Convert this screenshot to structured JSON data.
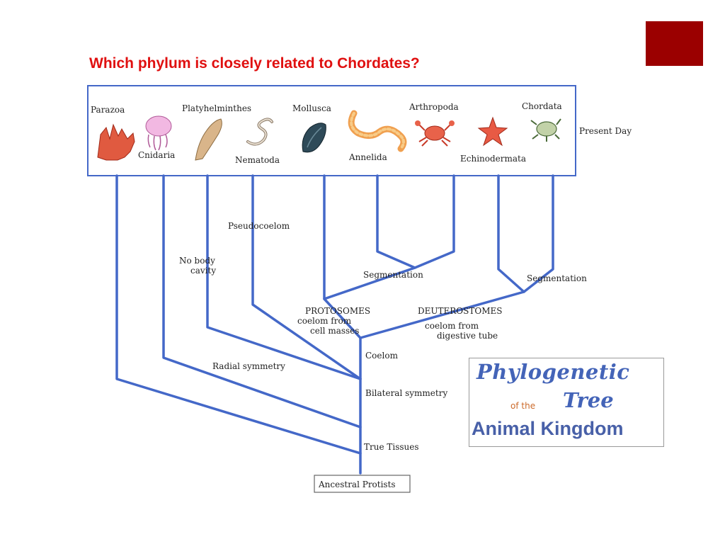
{
  "slide": {
    "title": "Which phylum is closely related to Chordates?",
    "accent_color": "#9b0000",
    "title_color": "#e01010"
  },
  "tree": {
    "branch_color": "#4468c8",
    "present_day_label": "Present Day",
    "phyla": {
      "parazoa": "Parazoa",
      "cnidaria": "Cnidaria",
      "platyhelminthes": "Platyhelminthes",
      "nematoda": "Nematoda",
      "mollusca": "Mollusca",
      "annelida": "Annelida",
      "arthropoda": "Arthropoda",
      "echinodermata": "Echinodermata",
      "chordata": "Chordata"
    },
    "labels": {
      "pseudocoelom": "Pseudocoelom",
      "no_body_cavity_1": "No body",
      "no_body_cavity_2": "cavity",
      "segmentation_proto": "Segmentation",
      "segmentation_deutero": "Segmentation",
      "protostomes": "PROTOSOMES",
      "protostomes_sub_1": "coelom from",
      "protostomes_sub_2": "cell masses",
      "deuterostomes": "DEUTEROSTOMES",
      "deuterostomes_sub_1": "coelom from",
      "deuterostomes_sub_2": "digestive tube",
      "coelom": "Coelom",
      "radial_symmetry": "Radial symmetry",
      "bilateral_symmetry": "Bilateral symmetry",
      "true_tissues": "True Tissues",
      "ancestral_protists": "Ancestral Protists"
    },
    "animal_icons": [
      "sponge-icon",
      "jellyfish-icon",
      "flatworm-icon",
      "roundworm-icon",
      "mussel-icon",
      "segmented-worm-icon",
      "crab-icon",
      "starfish-icon",
      "turtle-icon"
    ]
  },
  "logo": {
    "line1": "Phylogenetic",
    "line2": "of the",
    "line3": "Tree",
    "line4": "Animal Kingdom"
  }
}
